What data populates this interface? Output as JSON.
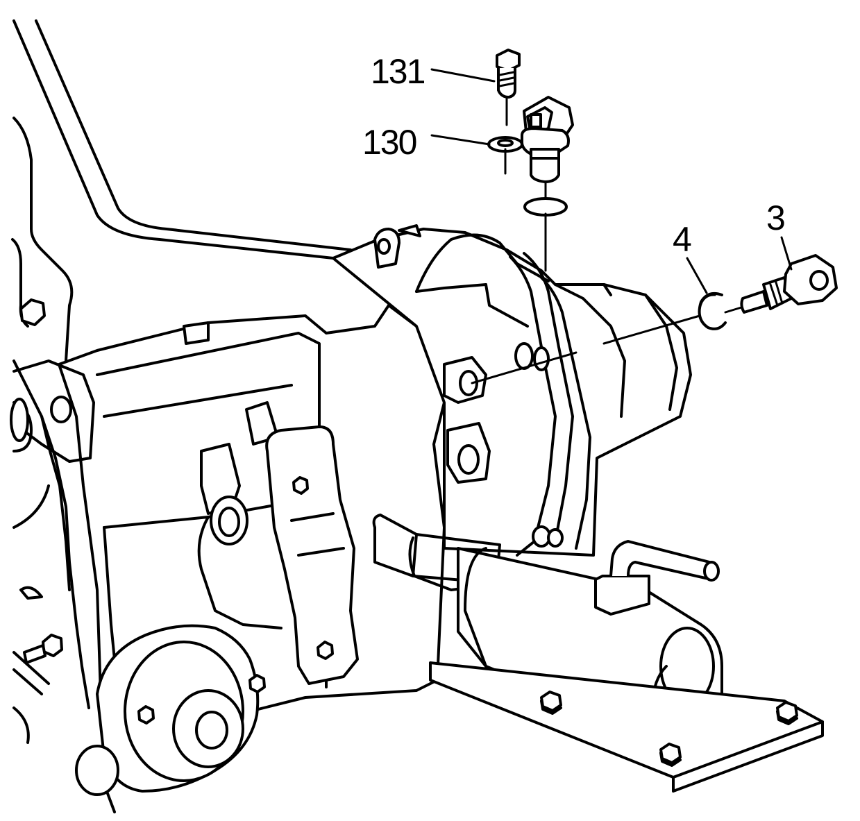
{
  "callouts": {
    "bolt_131": "131",
    "washer_130": "130",
    "o_ring_4": "4",
    "fitting_3": "3"
  },
  "colors": {
    "line": "#000000",
    "background": "#ffffff"
  }
}
